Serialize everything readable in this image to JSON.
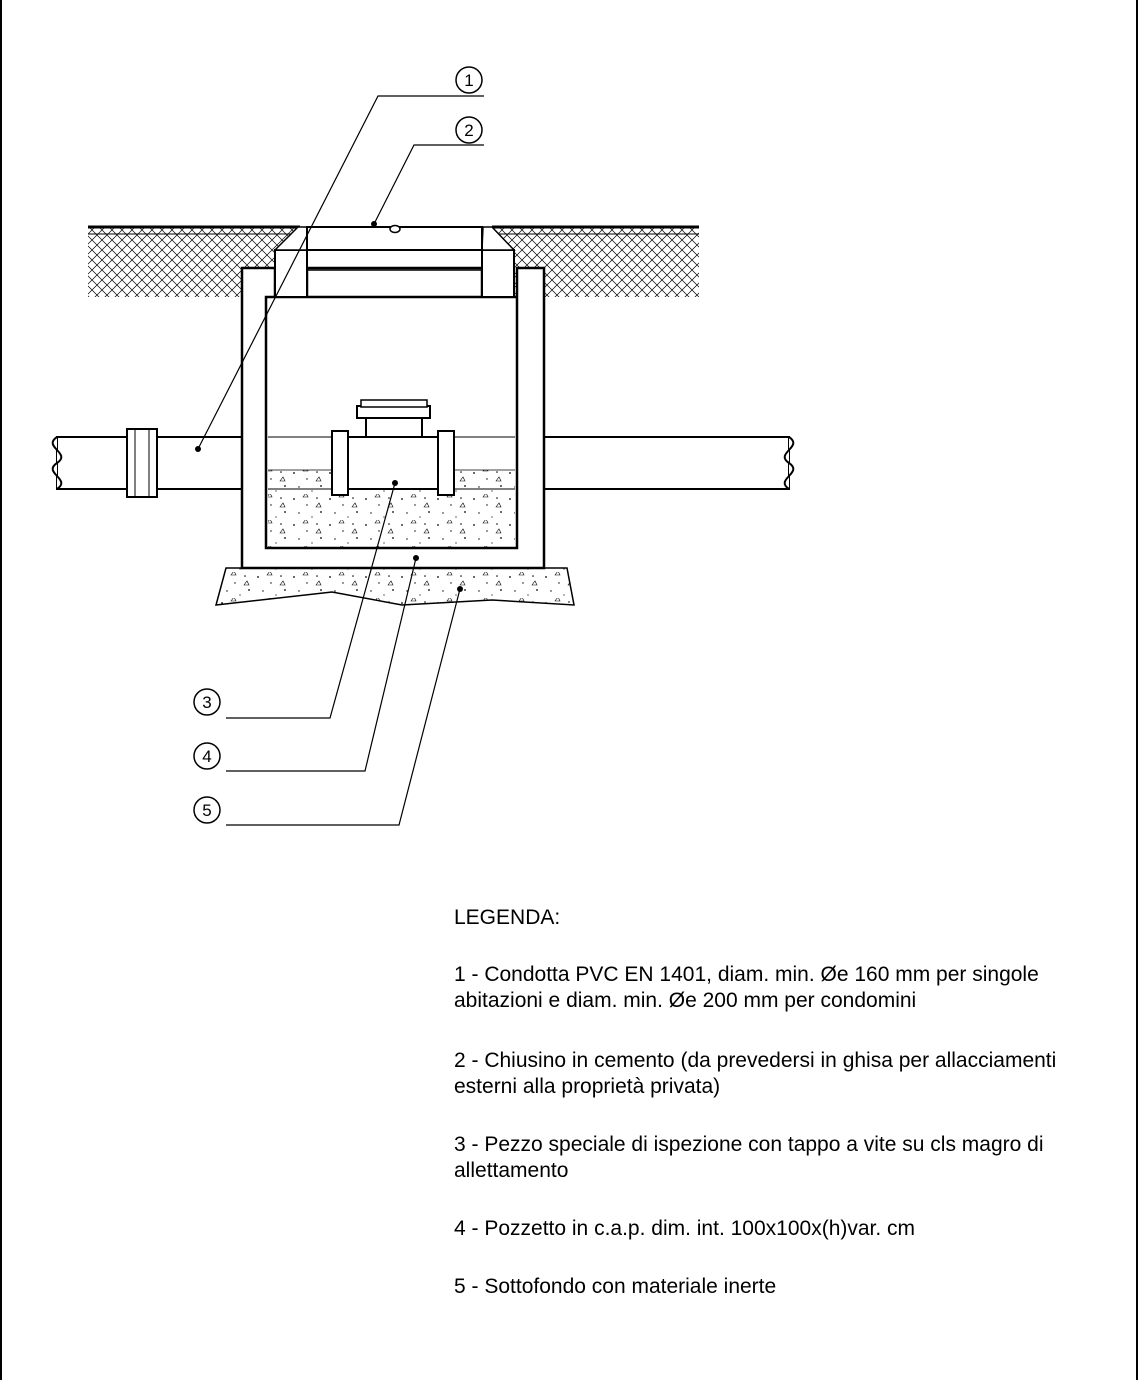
{
  "callouts": [
    {
      "id": "1",
      "label": "1"
    },
    {
      "id": "2",
      "label": "2"
    },
    {
      "id": "3",
      "label": "3"
    },
    {
      "id": "4",
      "label": "4"
    },
    {
      "id": "5",
      "label": "5"
    }
  ],
  "legend": {
    "title": "LEGENDA:",
    "items": [
      "1 - Condotta PVC EN 1401, diam. min. Øe 160 mm per singole abitazioni e diam. min. Øe 200 mm per condomini",
      "2 - Chiusino in cemento (da prevedersi in ghisa per allacciamenti esterni alla proprietà privata)",
      "3 - Pezzo speciale di ispezione con tappo a vite su cls magro di allettamento",
      "4 - Pozzetto in c.a.p. dim. int. 100x100x(h)var. cm",
      "5 - Sottofondo con materiale inerte"
    ]
  }
}
